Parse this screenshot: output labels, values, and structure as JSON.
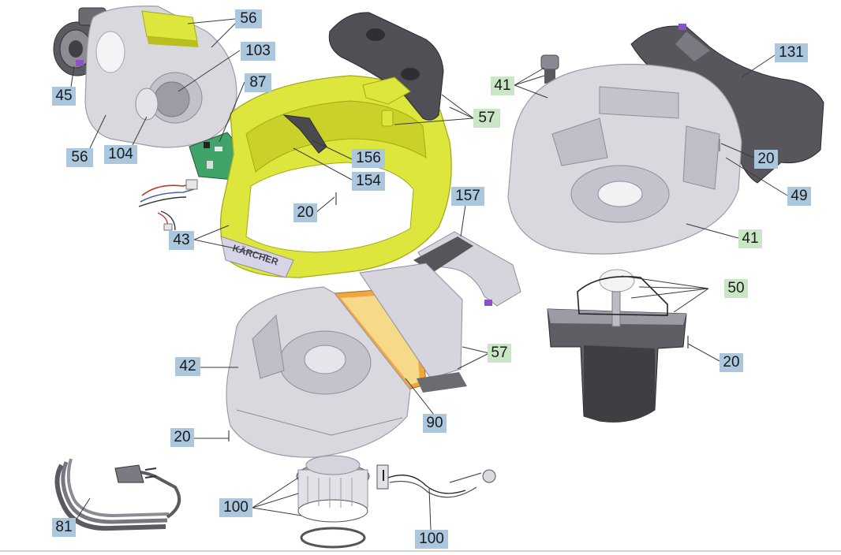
{
  "diagram": {
    "brand_text": "KÄRCHER",
    "colors": {
      "housing": "#d6d4dd",
      "housing_dark": "#9c99a6",
      "yellow": "#dde63c",
      "black": "#4a4a4f",
      "filter": "#f1a640",
      "blue_label": "#aac7dd",
      "green_label": "#c9e7c4",
      "leader": "#3a3a3a"
    },
    "labels": [
      {
        "id": "56a",
        "text": "56",
        "color": "blue"
      },
      {
        "id": "103",
        "text": "103",
        "color": "blue"
      },
      {
        "id": "87",
        "text": "87",
        "color": "blue"
      },
      {
        "id": "45",
        "text": "45",
        "color": "blue"
      },
      {
        "id": "56b",
        "text": "56",
        "color": "blue"
      },
      {
        "id": "104",
        "text": "104",
        "color": "blue"
      },
      {
        "id": "156",
        "text": "156",
        "color": "blue"
      },
      {
        "id": "154",
        "text": "154",
        "color": "blue"
      },
      {
        "id": "57a",
        "text": "57",
        "color": "green"
      },
      {
        "id": "41a",
        "text": "41",
        "color": "green"
      },
      {
        "id": "131",
        "text": "131",
        "color": "blue"
      },
      {
        "id": "20a",
        "text": "20",
        "color": "blue"
      },
      {
        "id": "49",
        "text": "49",
        "color": "blue"
      },
      {
        "id": "20b",
        "text": "20",
        "color": "blue"
      },
      {
        "id": "157",
        "text": "157",
        "color": "blue"
      },
      {
        "id": "43",
        "text": "43",
        "color": "blue"
      },
      {
        "id": "41b",
        "text": "41",
        "color": "green"
      },
      {
        "id": "50",
        "text": "50",
        "color": "green"
      },
      {
        "id": "42",
        "text": "42",
        "color": "blue"
      },
      {
        "id": "57b",
        "text": "57",
        "color": "green"
      },
      {
        "id": "20c",
        "text": "20",
        "color": "blue"
      },
      {
        "id": "90",
        "text": "90",
        "color": "blue"
      },
      {
        "id": "20d",
        "text": "20",
        "color": "blue"
      },
      {
        "id": "100a",
        "text": "100",
        "color": "blue"
      },
      {
        "id": "81",
        "text": "81",
        "color": "blue"
      },
      {
        "id": "100b",
        "text": "100",
        "color": "blue"
      }
    ]
  }
}
